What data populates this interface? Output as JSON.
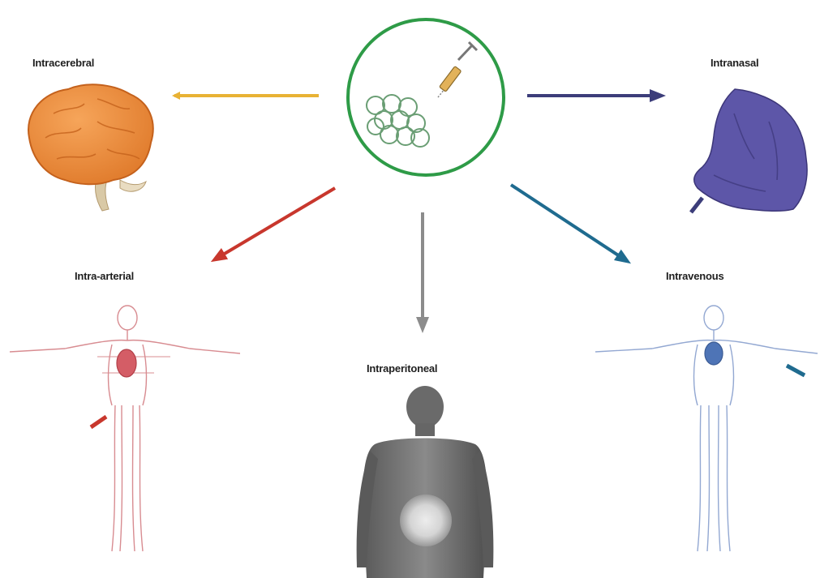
{
  "routes": [
    {
      "key": "intracerebral",
      "label": "Intracerebral",
      "arrow_color": "#e8b234"
    },
    {
      "key": "intranasal",
      "label": "Intranasal",
      "arrow_color": "#3c3d7a"
    },
    {
      "key": "intraarterial",
      "label": "Intra-arterial",
      "arrow_color": "#c8372d"
    },
    {
      "key": "intraperitoneal",
      "label": "Intraperitoneal",
      "arrow_color": "#8c8c8c"
    },
    {
      "key": "intravenous",
      "label": "Intravenous",
      "arrow_color": "#1f6b8f"
    }
  ],
  "colors": {
    "center_circle": "#2e9b47",
    "cells": "#5e9c6c",
    "brain": "#ea8a3b",
    "nose": "#5d56a8",
    "arteries": "#c8474f",
    "veins": "#4e74b6",
    "body_gray": "#6c6c6c"
  },
  "icons": [
    "stem-cell-cluster-icon",
    "syringe-icon",
    "brain-icon",
    "nose-icon",
    "arterial-body-icon",
    "torso-icon",
    "venous-body-icon"
  ]
}
